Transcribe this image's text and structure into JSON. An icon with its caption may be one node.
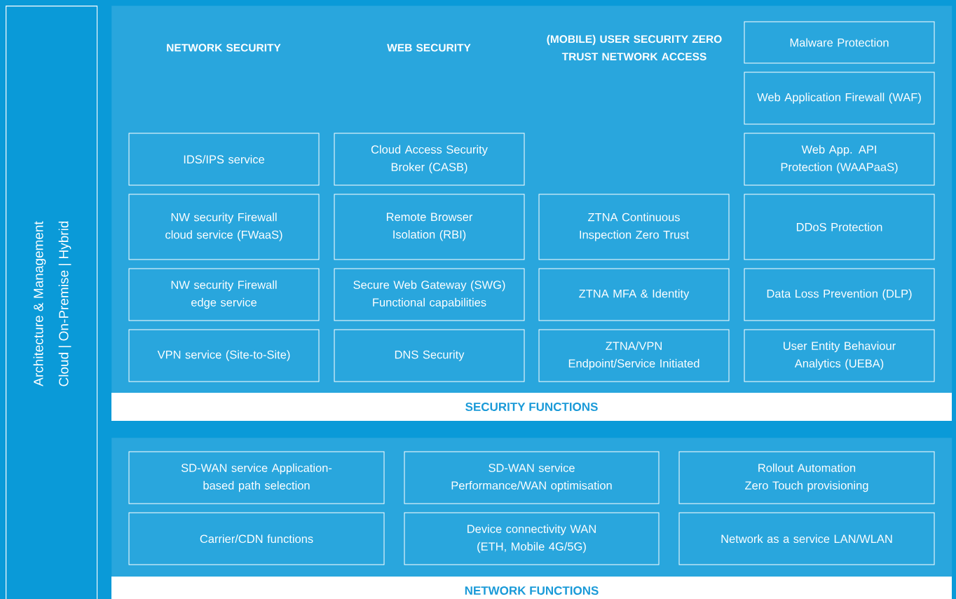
{
  "diagram": {
    "nodes": [
      {
        "text": [
          "Architecture & Management",
          "Cloud | On-Premise | Hybrid"
        ]
      },
      {
        "text": [
          "SECURITY FUNCTIONS"
        ]
      },
      {
        "text": [
          "Malware Protection"
        ],
        "in": 1
      },
      {
        "text": [
          "Web Application Firewall (WAF)"
        ],
        "in": 1
      },
      {
        "text": [
          "IDS/IPS service"
        ],
        "in": 1
      },
      {
        "text": [
          "Cloud Access Security Broker (CASB)"
        ],
        "in": 1
      },
      {
        "text": [
          "Web App. API Protection (WAAPaaS)"
        ],
        "in": 1
      },
      {
        "text": [
          "NW security Firewall cloud service (FWaaS)"
        ],
        "in": 1
      },
      {
        "text": [
          "Remote Browser Isolation (RBI)"
        ],
        "in": 1
      },
      {
        "text": [
          "ZTNA Continuous Inspection Zero Trust"
        ],
        "in": 1
      },
      {
        "text": [
          "DDoS Protection"
        ],
        "in": 1
      },
      {
        "text": [
          "NW security Firewall edge service"
        ],
        "in": 1
      },
      {
        "text": [
          "Secure Web Gateway (SWG) Functional capabilities"
        ],
        "in": 1
      },
      {
        "text": [
          "ZTNA MFA & Identity"
        ],
        "in": 1
      },
      {
        "text": [
          "Data Loss Prevention (DLP)"
        ],
        "in": 1
      },
      {
        "text": [
          "VPN service (Site-to-Site)"
        ],
        "in": 1
      },
      {
        "text": [
          "DNS Security"
        ],
        "in": 1
      },
      {
        "text": [
          "ZTNA/VPN Endpoint/Service Initiated"
        ],
        "in": 1
      },
      {
        "text": [
          "User Entity Behaviour Analytics (UEBA)"
        ],
        "in": 1
      },
      {
        "text": [
          "NETWORK FUNCTIONS"
        ]
      },
      {
        "text": [
          "SD-WAN service Application-based path selection"
        ],
        "in": 19
      },
      {
        "text": [
          "SD-WAN service Performance/WAN optimisation"
        ],
        "in": 19
      },
      {
        "text": [
          "Rollout Automation Zero Touch provisioning"
        ],
        "in": 19
      },
      {
        "text": [
          "Carrier/CDN functions"
        ],
        "in": 19
      },
      {
        "text": [
          "Device connectivity WAN (ETH, Mobile 4G/5G)"
        ],
        "in": 19
      },
      {
        "text": [
          "Network as a service LAN/WLAN"
        ],
        "in": 19
      }
    ],
    "labels": [
      "NETWORK SECURITY",
      "WEB SECURITY",
      "(MOBILE) USER SECURITY ZERO TRUST NETWORK ACCESS"
    ]
  }
}
